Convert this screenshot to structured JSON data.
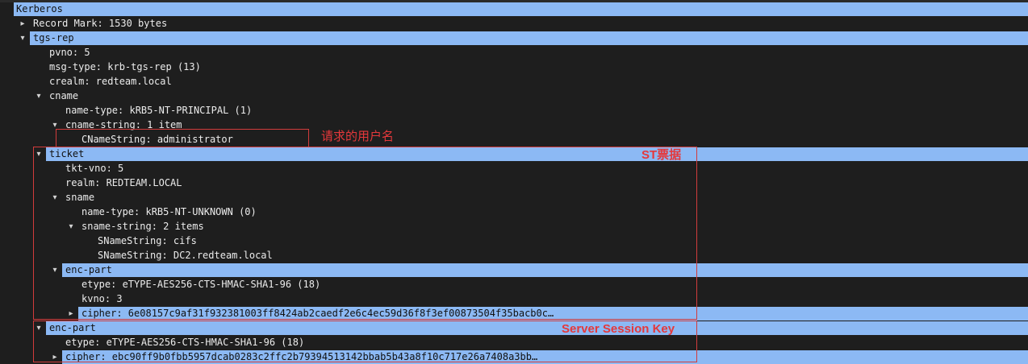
{
  "tree": {
    "rows": [
      {
        "text": "Kerberos",
        "arrow": "",
        "selected": true
      },
      {
        "text": "Record Mark: 1530 bytes",
        "arrow": "collapsed",
        "selected": false
      },
      {
        "text": "tgs-rep",
        "arrow": "expanded",
        "selected": true
      },
      {
        "text": "pvno: 5",
        "arrow": "",
        "selected": false
      },
      {
        "text": "msg-type: krb-tgs-rep (13)",
        "arrow": "",
        "selected": false
      },
      {
        "text": "crealm: redteam.local",
        "arrow": "",
        "selected": false
      },
      {
        "text": "cname",
        "arrow": "expanded",
        "selected": false
      },
      {
        "text": "name-type: kRB5-NT-PRINCIPAL (1)",
        "arrow": "",
        "selected": false
      },
      {
        "text": "cname-string: 1 item",
        "arrow": "expanded",
        "selected": false
      },
      {
        "text": "CNameString: administrator",
        "arrow": "",
        "selected": false
      },
      {
        "text": "ticket",
        "arrow": "expanded",
        "selected": true
      },
      {
        "text": "tkt-vno: 5",
        "arrow": "",
        "selected": false
      },
      {
        "text": "realm: REDTEAM.LOCAL",
        "arrow": "",
        "selected": false
      },
      {
        "text": "sname",
        "arrow": "expanded",
        "selected": false
      },
      {
        "text": "name-type: kRB5-NT-UNKNOWN (0)",
        "arrow": "",
        "selected": false
      },
      {
        "text": "sname-string: 2 items",
        "arrow": "expanded",
        "selected": false
      },
      {
        "text": "SNameString: cifs",
        "arrow": "",
        "selected": false
      },
      {
        "text": "SNameString: DC2.redteam.local",
        "arrow": "",
        "selected": false
      },
      {
        "text": "enc-part",
        "arrow": "expanded",
        "selected": true
      },
      {
        "text": "etype: eTYPE-AES256-CTS-HMAC-SHA1-96 (18)",
        "arrow": "",
        "selected": false
      },
      {
        "text": "kvno: 3",
        "arrow": "",
        "selected": false
      },
      {
        "text": "cipher: 6e08157c9af31f932381003ff8424ab2caedf2e6c4ec59d36f8f3ef00873504f35bacb0c…",
        "arrow": "collapsed",
        "selected": true
      },
      {
        "text": "enc-part",
        "arrow": "expanded",
        "selected": true
      },
      {
        "text": "etype: eTYPE-AES256-CTS-HMAC-SHA1-96 (18)",
        "arrow": "",
        "selected": false
      },
      {
        "text": "cipher: ebc90ff9b0fbb5957dcab0283c2ffc2b79394513142bbab5b43a8f10c717e26a7408a3bb…",
        "arrow": "collapsed",
        "selected": true
      }
    ]
  },
  "annotations": {
    "username_note": "请求的用户名",
    "ticket_note": "ST票据",
    "session_key_note": "Server Session Key"
  },
  "colors": {
    "background": "#1e1e1e",
    "selection": "#8cb9f4",
    "annotation": "#e5383b"
  }
}
